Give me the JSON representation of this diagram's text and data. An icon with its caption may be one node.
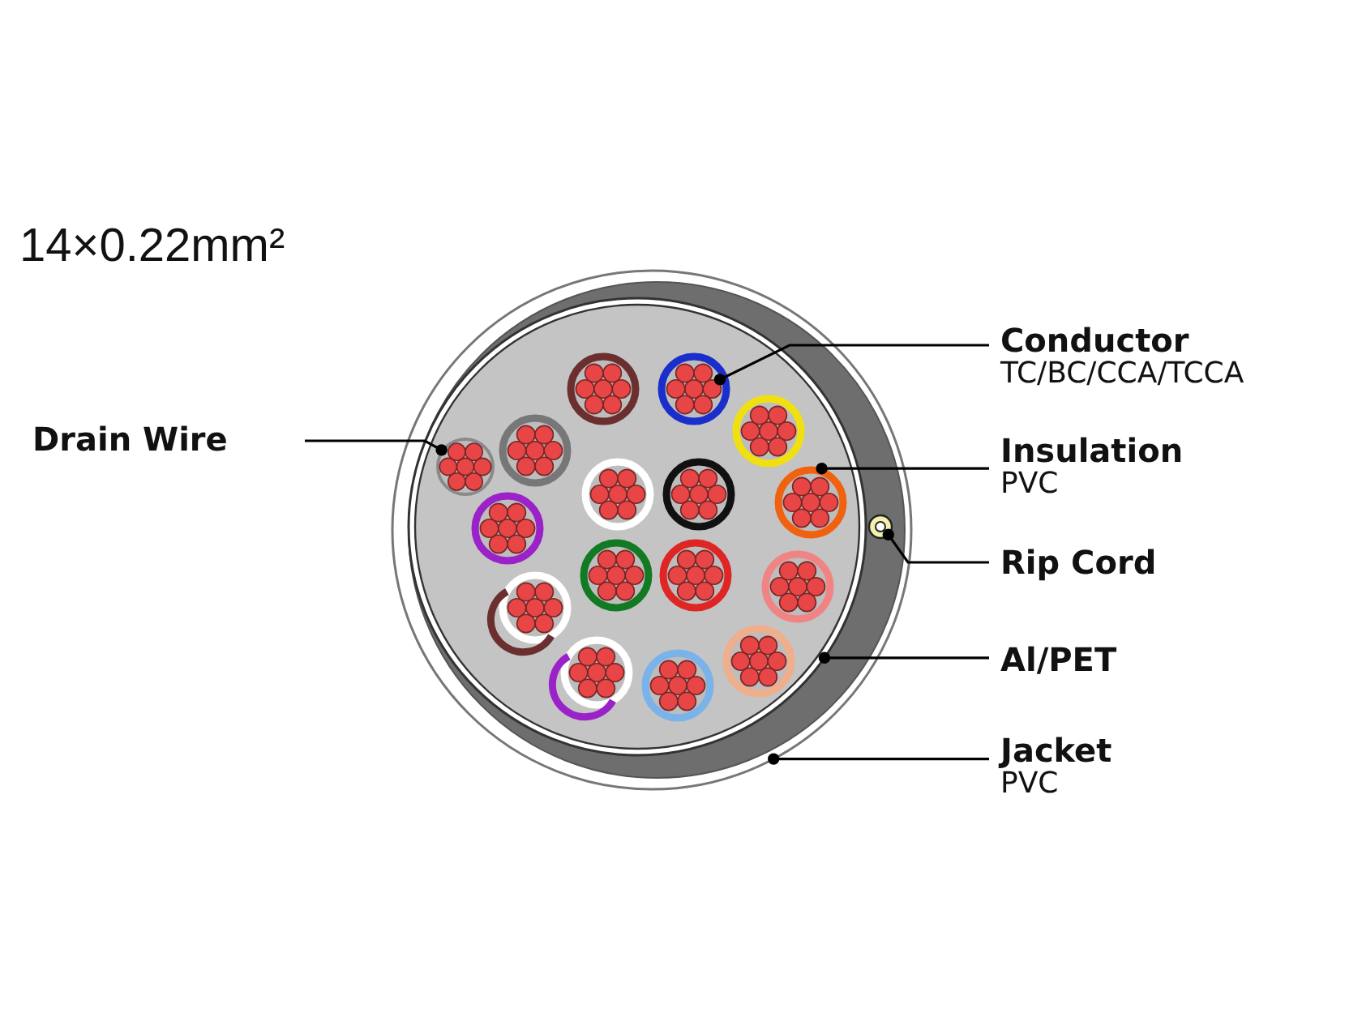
{
  "diagram": {
    "title": "14×0.22mm²",
    "nodes": [
      {
        "text": [
          "Drain Wire"
        ]
      },
      {
        "text": [
          "Conductor",
          "TC/BC/CCA/TCCA"
        ]
      },
      {
        "text": [
          "Insulation",
          "PVC"
        ]
      },
      {
        "text": [
          "Rip Cord"
        ]
      },
      {
        "text": [
          "Al/PET"
        ]
      },
      {
        "text": [
          "Jacket",
          "PVC"
        ]
      },
      {
        "text": [],
        "shape": "circle",
        "in": 10
      },
      {
        "text": [],
        "shape": "circle",
        "in": 10
      },
      {
        "text": [],
        "shape": "circle",
        "in": 10
      },
      {
        "text": [],
        "shape": "circle",
        "in": 11
      },
      {
        "text": [],
        "shape": "circle",
        "in": 11
      },
      {
        "text": [],
        "shape": "circle"
      }
    ],
    "edges": [
      {
        "from": 0,
        "to": 6,
        "arrow": "other"
      },
      {
        "from": 1,
        "to": 7,
        "arrow": "other"
      },
      {
        "from": 2,
        "to": 8,
        "arrow": "other"
      },
      {
        "from": 3,
        "to": 9,
        "arrow": "other"
      },
      {
        "from": 4,
        "to": 10,
        "arrow": "other"
      },
      {
        "from": 5,
        "to": 11,
        "arrow": "other"
      }
    ]
  }
}
